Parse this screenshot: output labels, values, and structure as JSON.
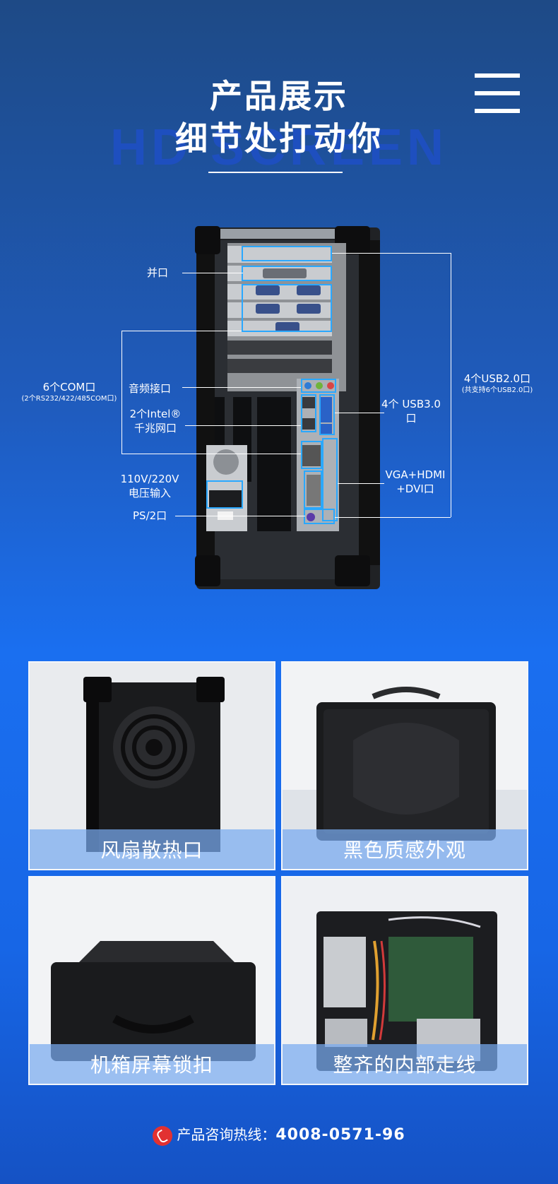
{
  "header": {
    "title_line1": "产品展示",
    "title_line2": "细节处打动你",
    "watermark": "HD SCREEN"
  },
  "ports": {
    "parallel": "并口",
    "com": "6个COM口",
    "com_sub": "(2个RS232/422/485COM口)",
    "audio": "音频接口",
    "nic": "2个Intel® 千兆网口",
    "power": "110V/220V 电压输入",
    "ps2": "PS/2口",
    "usb2": "4个USB2.0口",
    "usb2_sub": "(共支持6个USB2.0口)",
    "usb3": "4个 USB3.0口",
    "video": "VGA+HDMI +DVI口"
  },
  "gallery": [
    {
      "caption": "风扇散热口"
    },
    {
      "caption": "黑色质感外观"
    },
    {
      "caption": "机箱屏幕锁扣"
    },
    {
      "caption": "整齐的内部走线"
    }
  ],
  "footer": {
    "label": "产品咨询热线：",
    "phone": "4008-0571-96"
  },
  "colors": {
    "bg_top": "#1e4a86",
    "bg_mid": "#1a6ff0",
    "highlight": "#2aa8ff",
    "caption_bar": "#78aaf0",
    "phone_icon": "#e23131"
  }
}
